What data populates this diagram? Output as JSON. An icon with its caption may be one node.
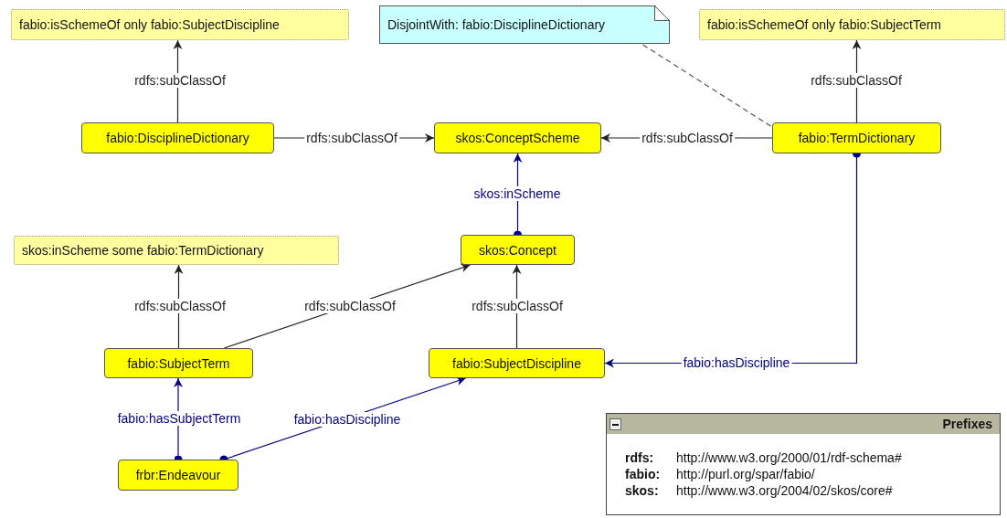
{
  "diagram": {
    "nodes": [
      {
        "text": [
          "fabio:isSchemeOf only fabio:SubjectDiscipline"
        ]
      },
      {
        "text": [
          "DisjointWith: fabio:DisciplineDictionary"
        ]
      },
      {
        "text": [
          "fabio:isSchemeOf only fabio:SubjectTerm"
        ]
      },
      {
        "text": [
          "fabio:DisciplineDictionary"
        ]
      },
      {
        "text": [
          "skos:ConceptScheme"
        ]
      },
      {
        "text": [
          "fabio:TermDictionary"
        ]
      },
      {
        "text": [
          "skos:inScheme some fabio:TermDictionary"
        ]
      },
      {
        "text": [
          "skos:Concept"
        ]
      },
      {
        "text": [
          "fabio:SubjectTerm"
        ]
      },
      {
        "text": [
          "fabio:SubjectDiscipline"
        ]
      },
      {
        "text": [
          "frbr:Endeavour"
        ]
      },
      {
        "text": [
          "Prefixes",
          "rdfs:",
          "http://www.w3.org/2000/01/rdf-schema#",
          "fabio:",
          "http://purl.org/spar/fabio/",
          "skos:",
          "http://www.w3.org/2004/02/skos/core#"
        ]
      }
    ],
    "edges": [
      {
        "from": 3,
        "to": 0,
        "arrow": "to",
        "label": "rdfs:subClassOf"
      },
      {
        "from": 3,
        "to": 4,
        "arrow": "to",
        "label": "rdfs:subClassOf"
      },
      {
        "from": 5,
        "to": 4,
        "arrow": "to",
        "label": "rdfs:subClassOf"
      },
      {
        "from": 5,
        "to": 2,
        "arrow": "to",
        "label": "rdfs:subClassOf"
      },
      {
        "from": 1,
        "to": 5,
        "arrow": "none",
        "style": "dashed"
      },
      {
        "from": 7,
        "to": 4,
        "arrow": "to",
        "label": "skos:inScheme",
        "color": "#000080"
      },
      {
        "from": 8,
        "to": 6,
        "arrow": "to",
        "label": "rdfs:subClassOf"
      },
      {
        "from": 8,
        "to": 7,
        "arrow": "to",
        "label": "rdfs:subClassOf"
      },
      {
        "from": 9,
        "to": 7,
        "arrow": "to",
        "label": "rdfs:subClassOf"
      },
      {
        "from": 5,
        "to": 9,
        "arrow": "to",
        "label": "fabio:hasDiscipline",
        "color": "#000080"
      },
      {
        "from": 10,
        "to": 8,
        "arrow": "to",
        "label": "fabio:hasSubjectTerm",
        "color": "#000080"
      },
      {
        "from": 10,
        "to": 9,
        "arrow": "to",
        "label": "fabio:hasDiscipline",
        "color": "#000080"
      }
    ]
  }
}
